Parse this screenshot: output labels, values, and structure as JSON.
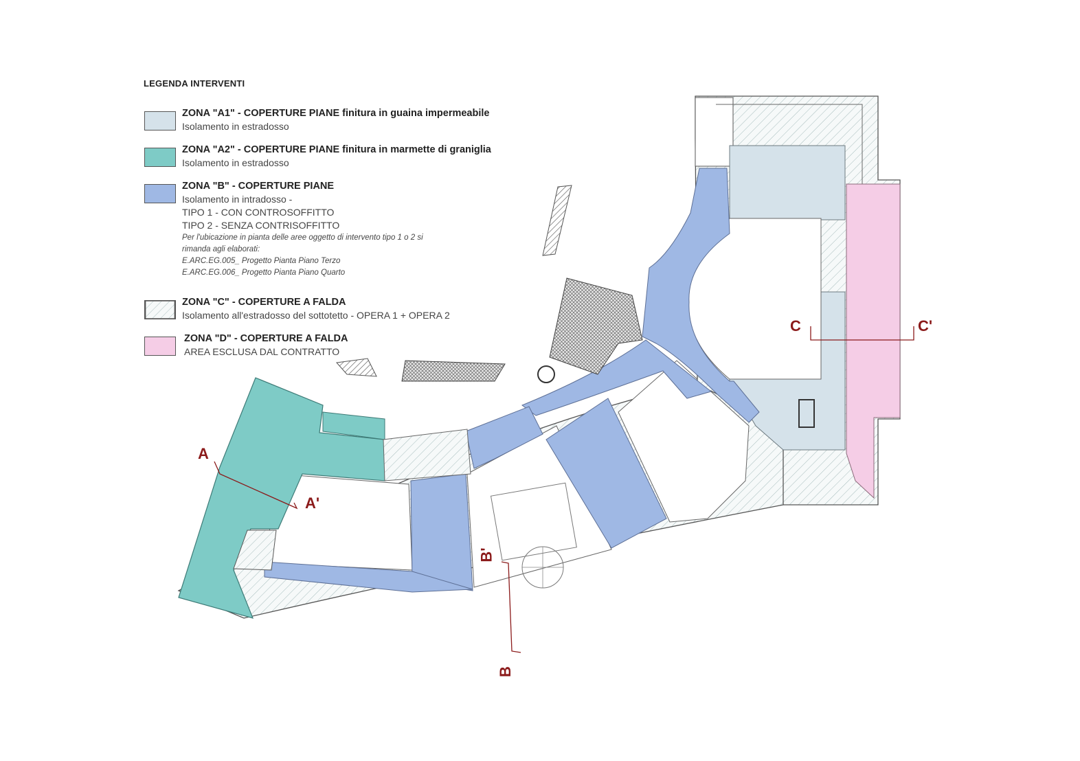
{
  "legend": {
    "title": "LEGENDA INTERVENTI",
    "items": [
      {
        "id": "a1",
        "heading": "ZONA \"A1\"  - COPERTURE PIANE finitura in guaina impermeabile",
        "lines": [
          "Isolamento in estradosso"
        ],
        "notes": [],
        "color": "#d5e2ea"
      },
      {
        "id": "a2",
        "heading": "ZONA \"A2\"  - COPERTURE PIANE finitura in marmette di graniglia",
        "lines": [
          "Isolamento in estradosso"
        ],
        "notes": [],
        "color": "#7ecbc6"
      },
      {
        "id": "b",
        "heading": "ZONA \"B\" - COPERTURE PIANE",
        "lines": [
          "Isolamento in intradosso -",
          "TIPO 1 - CON CONTROSOFFITTO",
          "TIPO 2 - SENZA CONTRISOFFITTO"
        ],
        "notes": [
          "Per l'ubicazione in pianta delle aree oggetto di intervento tipo 1 o 2 si",
          "rimanda agli elaborati:",
          "E.ARC.EG.005_ Progetto Pianta Piano Terzo",
          "E.ARC.EG.006_ Progetto Pianta Piano Quarto"
        ],
        "color": "#9fb8e4"
      },
      {
        "id": "c",
        "heading": "ZONA \"C\" - COPERTURE A FALDA",
        "lines": [
          "Isolamento all'estradosso del sottotetto - OPERA 1 + OPERA 2"
        ],
        "notes": [],
        "color": "hatch"
      },
      {
        "id": "d",
        "heading": "ZONA \"D\" - COPERTURE A FALDA",
        "lines": [
          "AREA ESCLUSA DAL CONTRATTO"
        ],
        "notes": [],
        "color": "#f5cde6"
      }
    ]
  },
  "sections": {
    "a": "A",
    "a_prime": "A'",
    "b": "B",
    "b_prime": "B'",
    "c": "C",
    "c_prime": "C'"
  },
  "colors": {
    "zone_a1": "#d5e2ea",
    "zone_a2": "#7ecbc6",
    "zone_b": "#9fb8e4",
    "zone_d": "#f5cde6",
    "section_marks": "#8b1a1a",
    "hatch_lines": "#9ab2b2"
  }
}
